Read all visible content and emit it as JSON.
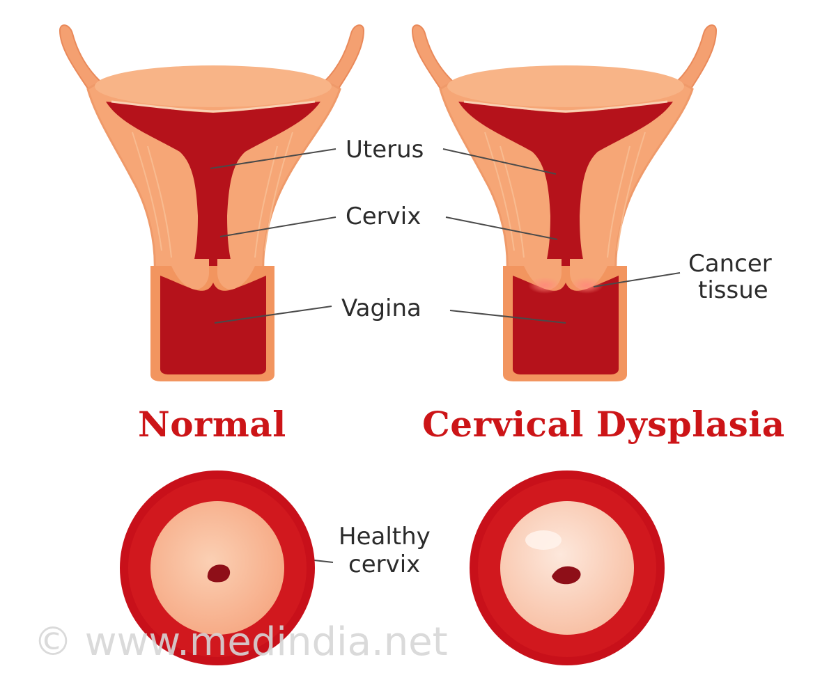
{
  "labels": {
    "uterus": "Uterus",
    "cervix": "Cervix",
    "vagina": "Vagina",
    "cancer_line1": "Cancer",
    "cancer_line2": "tissue",
    "healthy_line1": "Healthy",
    "healthy_line2": "cervix"
  },
  "titles": {
    "normal": "Normal",
    "dysplasia": "Cervical Dysplasia"
  },
  "watermark": "© www.medindia.net",
  "colors": {
    "title_red": "#cc1417",
    "tissue_orange": "#f4a071",
    "cavity_red": "#b5121b",
    "ring_red": "#c8101a",
    "cervix_pink": "#f7b08c"
  }
}
